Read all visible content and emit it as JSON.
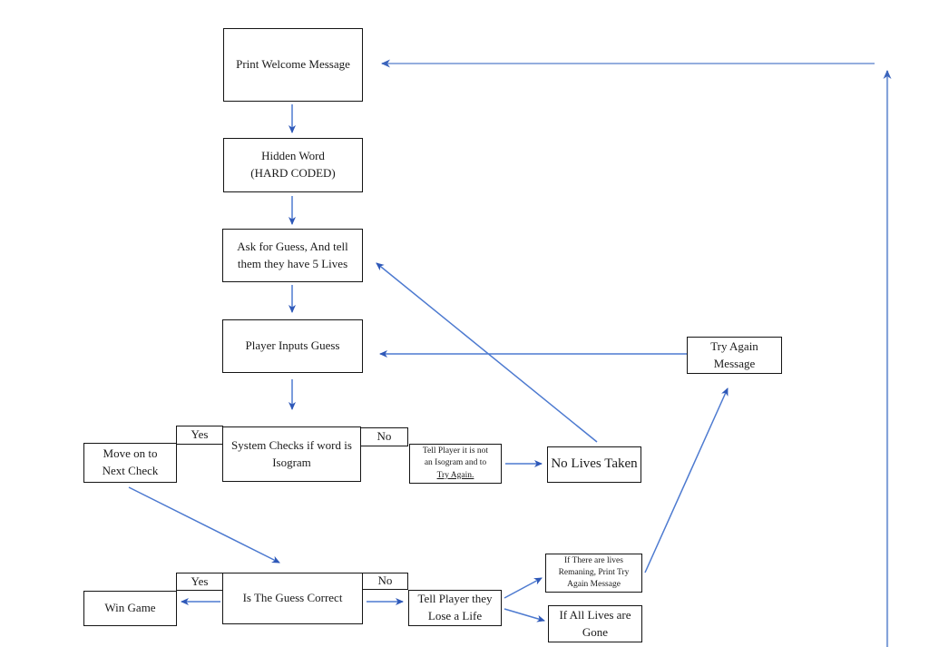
{
  "diagram": {
    "description": "Hand-drawn style flowchart of a word-guessing game loop",
    "nodes": {
      "print_welcome": {
        "label": "Print Welcome Message"
      },
      "hidden_word": {
        "label": "Hidden Word\n(HARD CODED)"
      },
      "ask_for_guess": {
        "label": "Ask for Guess, And tell\nthem they have 5 Lives"
      },
      "player_inputs": {
        "label": "Player Inputs Guess"
      },
      "move_on": {
        "label": "Move on to\nNext Check"
      },
      "isogram_yes": {
        "label": "Yes"
      },
      "system_checks": {
        "label": "System Checks if word is\nIsogram"
      },
      "isogram_no": {
        "label": "No"
      },
      "not_isogram": {
        "label": "Tell Player it is not\nan Isogram and to",
        "label_underlined": "Try Again."
      },
      "no_lives_taken": {
        "label": "No Lives Taken"
      },
      "try_again": {
        "label": "Try Again\nMessage"
      },
      "win_game": {
        "label": "Win Game"
      },
      "correct_yes": {
        "label": "Yes"
      },
      "guess_correct": {
        "label": "Is The Guess Correct"
      },
      "correct_no": {
        "label": "No"
      },
      "lose_life": {
        "label": "Tell Player they\nLose a Life"
      },
      "lives_remaining": {
        "label": "If There are lives\nRemaning, Print Try\nAgain Message"
      },
      "all_lives_gone": {
        "label": "If All Lives are\nGone"
      }
    },
    "edges": [
      {
        "from": "print_welcome",
        "to": "hidden_word"
      },
      {
        "from": "hidden_word",
        "to": "ask_for_guess"
      },
      {
        "from": "ask_for_guess",
        "to": "player_inputs"
      },
      {
        "from": "player_inputs",
        "to": "system_checks"
      },
      {
        "from": "system_checks",
        "to": "move_on",
        "branch": "Yes"
      },
      {
        "from": "system_checks",
        "to": "not_isogram",
        "branch": "No"
      },
      {
        "from": "not_isogram",
        "to": "no_lives_taken"
      },
      {
        "from": "no_lives_taken",
        "to": "ask_for_guess"
      },
      {
        "from": "try_again",
        "to": "player_inputs"
      },
      {
        "from": "move_on",
        "to": "guess_correct"
      },
      {
        "from": "guess_correct",
        "to": "win_game",
        "branch": "Yes"
      },
      {
        "from": "guess_correct",
        "to": "lose_life",
        "branch": "No"
      },
      {
        "from": "lose_life",
        "to": "lives_remaining"
      },
      {
        "from": "lose_life",
        "to": "all_lives_gone"
      },
      {
        "from": "lives_remaining",
        "to": "try_again"
      },
      {
        "from": "bottom_loop",
        "to": "print_welcome"
      }
    ],
    "colors": {
      "arrow_line": "#4d7ad0",
      "arrow_head": "#2e58b8",
      "loop_line": "#85a3da",
      "box_border": "#141414"
    }
  }
}
